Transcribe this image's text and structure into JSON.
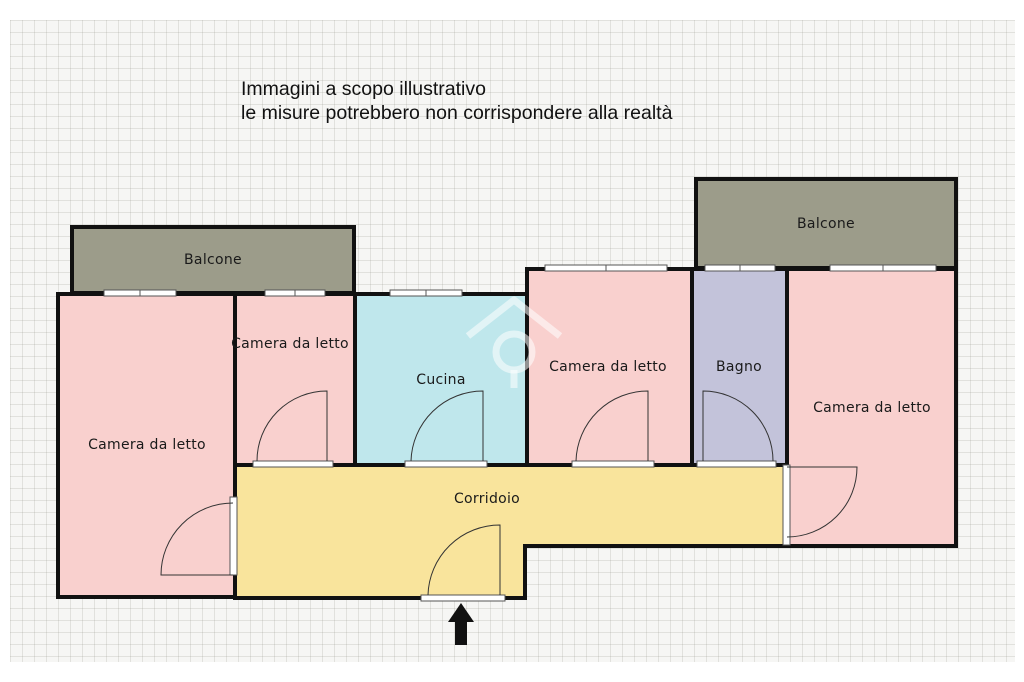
{
  "disclaimer": {
    "line1": "Immagini a scopo illustrativo",
    "line2": "le misure potrebbero non corrispondere alla realtà"
  },
  "colors": {
    "bedroom": "#f9d0ce",
    "kitchen": "#bfe7ec",
    "bathroom": "#c3c3da",
    "corridor": "#f9e49c",
    "balcony": "#9c9c8a",
    "wall": "#111111"
  },
  "rooms": {
    "balcony_left": "Balcone",
    "balcony_right": "Balcone",
    "bedroom_left": "Camera da letto",
    "bedroom_small": "Camera da letto",
    "kitchen": "Cucina",
    "bedroom_center": "Camera da letto",
    "bathroom": "Bagno",
    "bedroom_right": "Camera da letto",
    "corridor": "Corridoio"
  },
  "icons": {
    "entrance": "entrance-arrow-icon",
    "watermark": "house-logo-watermark"
  }
}
